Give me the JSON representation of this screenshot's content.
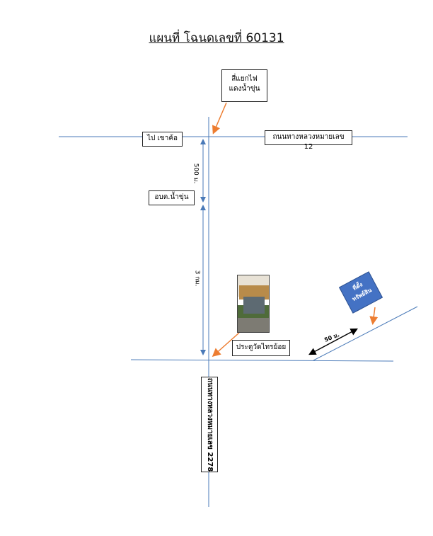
{
  "title": "แผนที่ โฉนดเลขที่ 60131",
  "labels": {
    "intersection": "สี่แยกไฟ แดงน้ำขุ่น",
    "to_khaokho": "ไป เขาค้อ",
    "highway12": "ถนนทางหลวงหมายเลข 12",
    "obt": "อบต.น้ำขุ่น",
    "temple_gate": "ประตูวัดไทรย้อย",
    "highway2278": "ถนนทางหลวงหมายเลข 2278",
    "site": "ที่ตั้ง ทรัพย์สิน"
  },
  "distances": {
    "d500": "500 ม.",
    "d3km": "3 กม.",
    "d50": "50 ม."
  },
  "colors": {
    "road": "#4a7ab8",
    "arrow": "#ed7d31",
    "site_box": "#4472c4"
  }
}
